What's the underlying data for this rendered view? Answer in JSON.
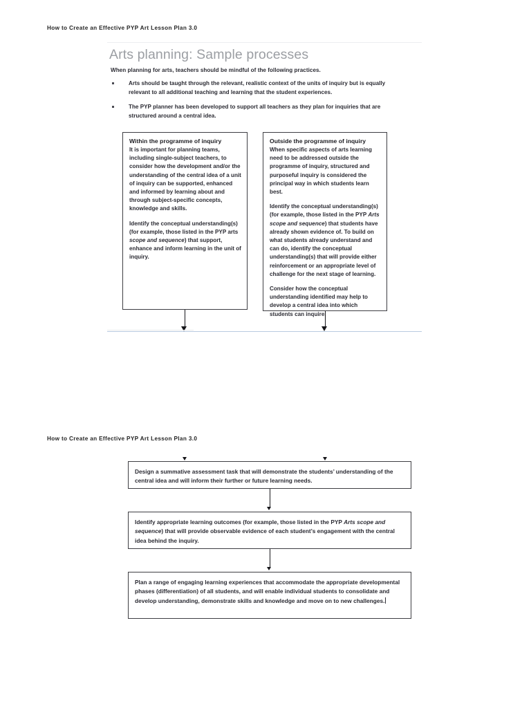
{
  "document": {
    "running_header": "How to Create an Effective PYP Art Lesson Plan 3.0"
  },
  "section_one": {
    "title": "Arts planning: Sample processes",
    "intro": "When planning for arts, teachers should be mindful of the following practices.",
    "bullets": [
      "Arts should be taught through the relevant, realistic context of the units of inquiry but is equally relevant to all additional teaching and learning that the student experiences.",
      "The PYP planner has been developed to support all teachers as they plan for inquiries that are structured around a central idea."
    ],
    "boxes": {
      "within": {
        "title": "Within the programme of inquiry",
        "paragraph_1": "It is important for planning teams, including single-subject teachers, to consider how the development and/or the understanding of the central idea of a unit of inquiry can be supported, enhanced and informed by learning about and through subject-specific concepts, knowledge and skills.",
        "paragraph_2_lead": "Identify the conceptual understanding(s) (for example, those listed in the PYP arts ",
        "paragraph_2_italic": "scope and sequence",
        "paragraph_2_tail": ") that support, enhance and inform learning in the unit of inquiry."
      },
      "outside": {
        "title": "Outside the programme of inquiry",
        "paragraph_1": "When specific aspects of arts learning need to be addressed outside the programme of inquiry, structured and purposeful inquiry is considered the principal way in which students learn best.",
        "paragraph_2_lead": "Identify the conceptual understanding(s) (for example, those listed in the PYP ",
        "paragraph_2_italic": "Arts scope and sequence",
        "paragraph_2_tail": ") that students have already shown evidence of. To build on what students already understand and can do, identify the conceptual understanding(s) that will provide either reinforcement or an appropriate level of challenge for the next stage of learning.",
        "paragraph_3": "Consider how the conceptual understanding identified may help to develop a central idea into which students can inquire."
      }
    }
  },
  "section_two": {
    "boxes": [
      {
        "name": "summative-assessment",
        "text": "Design a summative assessment task that will demonstrate the students’ understanding of the central idea and will inform their further or future learning needs."
      },
      {
        "name": "learning-outcomes",
        "lead": "Identify appropriate learning outcomes (for example, those listed in the PYP ",
        "italic": "Arts scope and sequence",
        "tail": ") that will provide observable evidence of each student’s engagement with the central idea behind the inquiry."
      },
      {
        "name": "learning-experiences",
        "text": "Plan a range of engaging learning experiences that accommodate the appropriate developmental phases (differentiation) of all students, and will enable individual students to consolidate and develop understanding, demonstrate skills and knowledge and move on to new challenges."
      }
    ]
  },
  "style": {
    "title_color": "#9b9ea3",
    "body_color": "#2b2b33",
    "box_border_color": "#3d3d42",
    "rule_color": "#b9cbe0",
    "background": "#ffffff"
  }
}
